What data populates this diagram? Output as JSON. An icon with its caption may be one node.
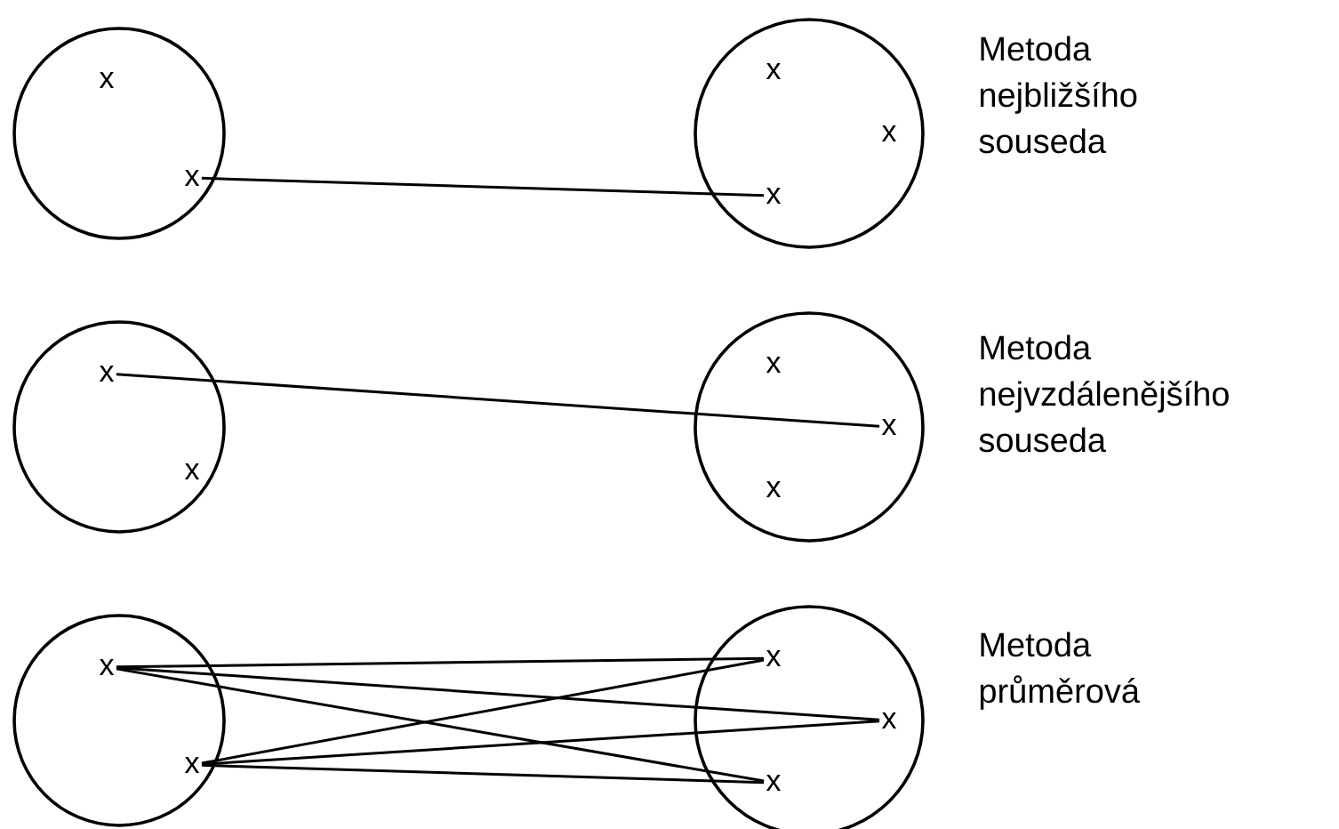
{
  "diagram": {
    "nodes": [
      {
        "text": [],
        "shape": "circle"
      },
      {
        "text": [
          "x"
        ],
        "in": 0
      },
      {
        "text": [
          "x"
        ],
        "in": 0
      },
      {
        "text": [],
        "shape": "circle"
      },
      {
        "text": [
          "x"
        ],
        "in": 3
      },
      {
        "text": [
          "x"
        ],
        "in": 3
      },
      {
        "text": [
          "x"
        ],
        "in": 3
      },
      {
        "text": [],
        "shape": "circle"
      },
      {
        "text": [
          "x"
        ],
        "in": 7
      },
      {
        "text": [
          "x"
        ],
        "in": 7
      },
      {
        "text": [],
        "shape": "circle"
      },
      {
        "text": [
          "x"
        ],
        "in": 10
      },
      {
        "text": [
          "x"
        ],
        "in": 10
      },
      {
        "text": [
          "x"
        ],
        "in": 10
      },
      {
        "text": [],
        "shape": "circle"
      },
      {
        "text": [
          "x"
        ],
        "in": 14
      },
      {
        "text": [
          "x"
        ],
        "in": 14
      },
      {
        "text": [],
        "shape": "circle"
      },
      {
        "text": [
          "x"
        ],
        "in": 17
      },
      {
        "text": [
          "x"
        ],
        "in": 17
      },
      {
        "text": [
          "x"
        ],
        "in": 17
      }
    ],
    "edges": [
      {
        "from": 2,
        "to": 6,
        "arrow": "none"
      },
      {
        "from": 8,
        "to": 12,
        "arrow": "none"
      },
      {
        "from": 15,
        "to": 18,
        "arrow": "none"
      },
      {
        "from": 15,
        "to": 19,
        "arrow": "none"
      },
      {
        "from": 15,
        "to": 20,
        "arrow": "none"
      },
      {
        "from": 16,
        "to": 18,
        "arrow": "none"
      },
      {
        "from": 16,
        "to": 19,
        "arrow": "none"
      },
      {
        "from": 16,
        "to": 20,
        "arrow": "none"
      }
    ],
    "labels": [
      "Metoda nejbližšího souseda",
      "Metoda nejvzdálenějšího souseda",
      "Metoda průměrová"
    ]
  }
}
